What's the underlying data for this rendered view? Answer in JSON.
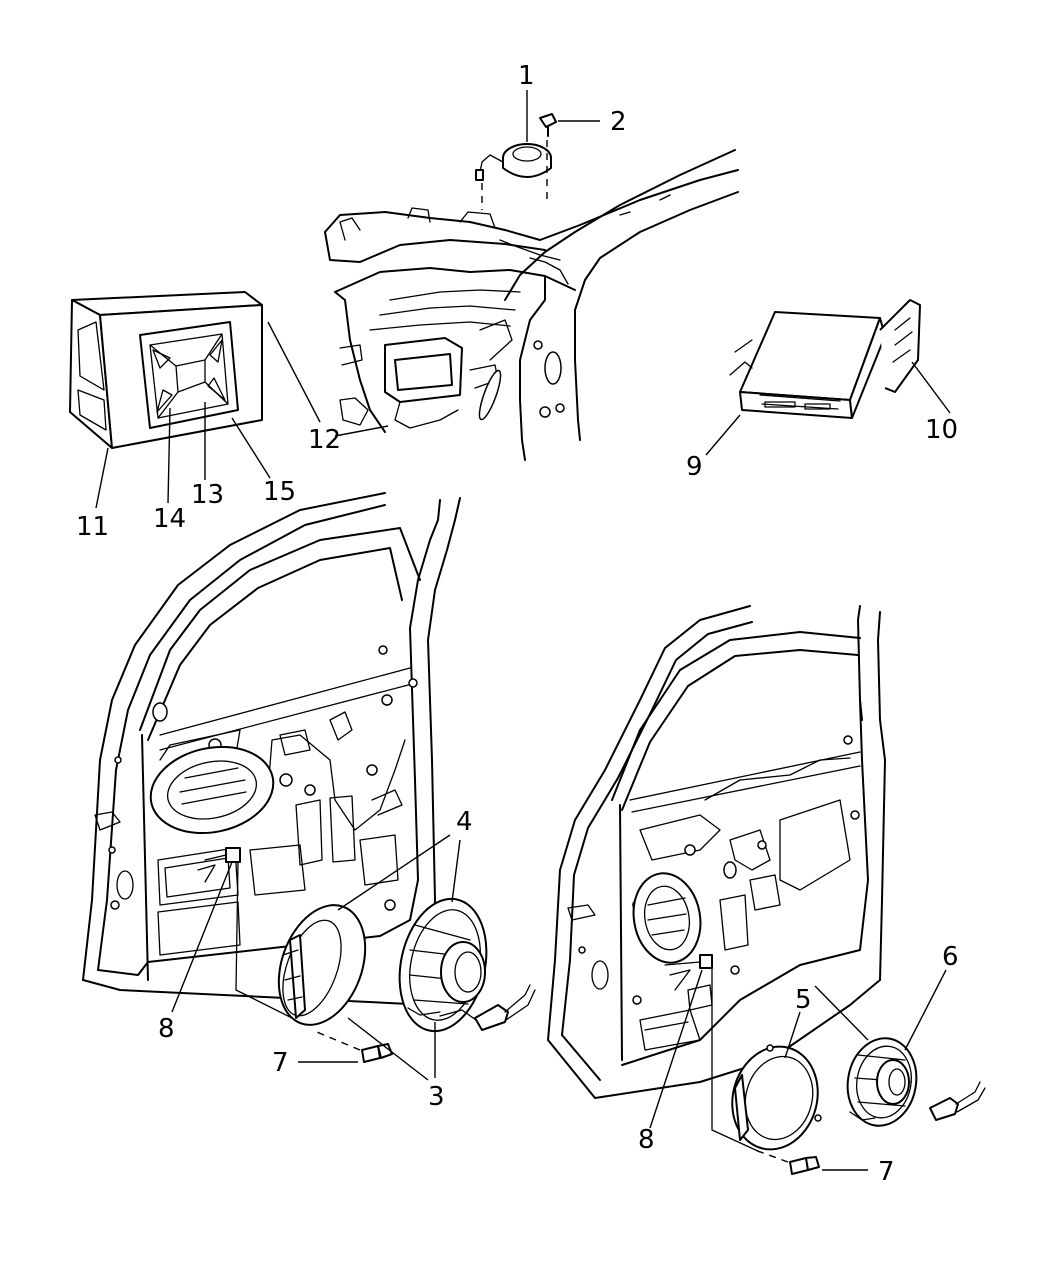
{
  "callouts": [
    {
      "id": "c1",
      "label": "1"
    },
    {
      "id": "c2",
      "label": "2"
    },
    {
      "id": "c3",
      "label": "3"
    },
    {
      "id": "c3b",
      "label": "3"
    },
    {
      "id": "c4",
      "label": "4"
    },
    {
      "id": "c5",
      "label": "5"
    },
    {
      "id": "c6",
      "label": "6"
    },
    {
      "id": "c7",
      "label": "7"
    },
    {
      "id": "c7b",
      "label": "7"
    },
    {
      "id": "c8",
      "label": "8"
    },
    {
      "id": "c8b",
      "label": "8"
    },
    {
      "id": "c9",
      "label": "9"
    },
    {
      "id": "c10",
      "label": "10"
    },
    {
      "id": "c11",
      "label": "11"
    },
    {
      "id": "c12",
      "label": "12"
    },
    {
      "id": "c13",
      "label": "13"
    },
    {
      "id": "c14",
      "label": "14"
    },
    {
      "id": "c15",
      "label": "15"
    }
  ]
}
